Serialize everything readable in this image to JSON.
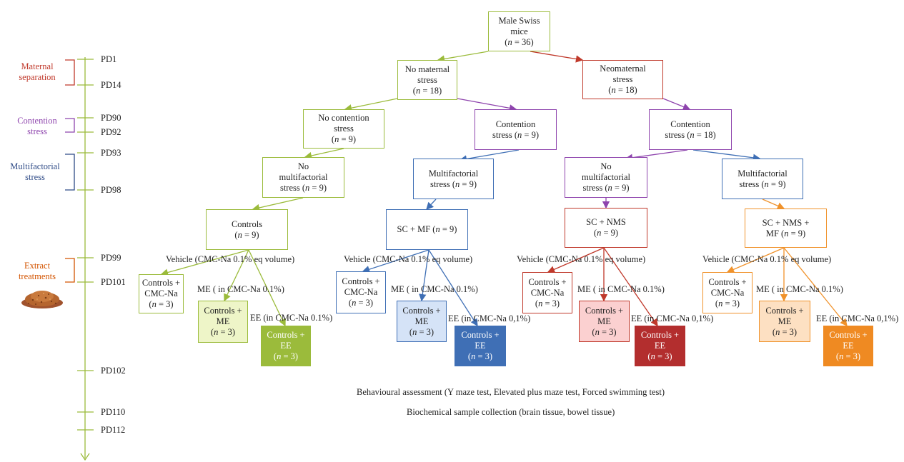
{
  "timeline": {
    "days": [
      "PD1",
      "PD14",
      "PD90",
      "PD92",
      "PD93",
      "PD98",
      "PD99",
      "PD101",
      "PD102",
      "PD110",
      "PD112"
    ],
    "phases": [
      {
        "label": "Maternal separation",
        "color": "#c0392b"
      },
      {
        "label": "Contention stress",
        "color": "#8e44ad"
      },
      {
        "label": "Multifactorial stress",
        "color": "#2e4a86"
      },
      {
        "label": "Extract treatments",
        "color": "#d35400"
      }
    ],
    "axis_color": "#9bbb3b"
  },
  "nodes": {
    "root": {
      "l1": "Male Swiss",
      "l2": "mice",
      "l3": "(n = 36)"
    },
    "no_maternal": {
      "l1": "No maternal",
      "l2": "stress",
      "l3": "(n = 18)"
    },
    "neomaternal": {
      "l1": "Neomaternal",
      "l2": "stress",
      "l3": "(n = 18)"
    },
    "no_contention": {
      "l1": "No contention",
      "l2": "stress",
      "l3": "(n = 9)"
    },
    "contention_9": {
      "l1": "Contention",
      "l2": "stress (n = 9)"
    },
    "contention_18": {
      "l1": "Contention",
      "l2": "stress (n = 18)"
    },
    "no_mf_a": {
      "l1": "No",
      "l2": "multifactorial",
      "l3": "stress (n = 9)"
    },
    "mf_b": {
      "l1": "Multifactorial",
      "l2": "stress (n = 9)"
    },
    "no_mf_c": {
      "l1": "No",
      "l2": "multifactorial",
      "l3": "stress (n = 9)"
    },
    "mf_d": {
      "l1": "Multifactorial",
      "l2": "stress (n = 9)"
    },
    "controls": {
      "l1": "Controls",
      "l2": "(n = 9)"
    },
    "sc_mf": {
      "l1": "SC + MF (n = 9)"
    },
    "sc_nms": {
      "l1": "SC + NMS",
      "l2": "(n = 9)"
    },
    "sc_nms_mf": {
      "l1": "SC + NMS +",
      "l2": "MF (n = 9)"
    }
  },
  "groups": [
    {
      "vehicle": "Vehicle (CMC-Na 0.1% eq volume)",
      "me": "ME ( in CMC-Na 0.1%)",
      "ee": "EE (in CMC-Na 0.1%)",
      "b1": {
        "l1": "Controls +",
        "l2": "CMC-Na",
        "l3": "(n = 3)"
      },
      "b2": {
        "l1": "Controls +",
        "l2": "ME",
        "l3": "(n = 3)"
      },
      "b3": {
        "l1": "Controls +",
        "l2": "EE",
        "l3": "(n = 3)"
      }
    },
    {
      "vehicle": "Vehicle (CMC-Na 0.1% eq volume)",
      "me": "ME ( in CMC-Na 0.1%)",
      "ee": "EE (in CMC-Na 0,1%)",
      "b1": {
        "l1": "Controls +",
        "l2": "CMC-Na",
        "l3": "(n = 3)"
      },
      "b2": {
        "l1": "Controls +",
        "l2": "ME",
        "l3": "(n = 3)"
      },
      "b3": {
        "l1": "Controls +",
        "l2": "EE",
        "l3": "(n = 3)"
      }
    },
    {
      "vehicle": "Vehicle (CMC-Na 0.1% eq volume)",
      "me": "ME ( in CMC-Na 0.1%)",
      "ee": "EE (in CMC-Na 0,1%)",
      "b1": {
        "l1": "Controls +",
        "l2": "CMC-Na",
        "l3": "(n = 3)"
      },
      "b2": {
        "l1": "Controls +",
        "l2": "ME",
        "l3": "(n = 3)"
      },
      "b3": {
        "l1": "Controls +",
        "l2": "EE",
        "l3": "(n = 3)"
      }
    },
    {
      "vehicle": "Vehicle (CMC-Na 0.1% eq volume)",
      "me": "ME ( in CMC-Na 0.1%)",
      "ee": "EE (in CMC-Na 0,1%)",
      "b1": {
        "l1": "Controls +",
        "l2": "CMC-Na",
        "l3": "(n = 3)"
      },
      "b2": {
        "l1": "Controls +",
        "l2": "ME",
        "l3": "(n = 3)"
      },
      "b3": {
        "l1": "Controls +",
        "l2": "EE",
        "l3": "(n = 3)"
      }
    }
  ],
  "footer": {
    "behavioural": "Behavioural assessment (Y maze test, Elevated plus maze test, Forced swimming test)",
    "biochemical": "Biochemical sample collection (brain tissue, bowel tissue)"
  },
  "colors": {
    "green": "#9bbb3b",
    "red": "#c0392b",
    "purple": "#8e44ad",
    "blue": "#3f6fb5",
    "orange": "#f0922b"
  }
}
